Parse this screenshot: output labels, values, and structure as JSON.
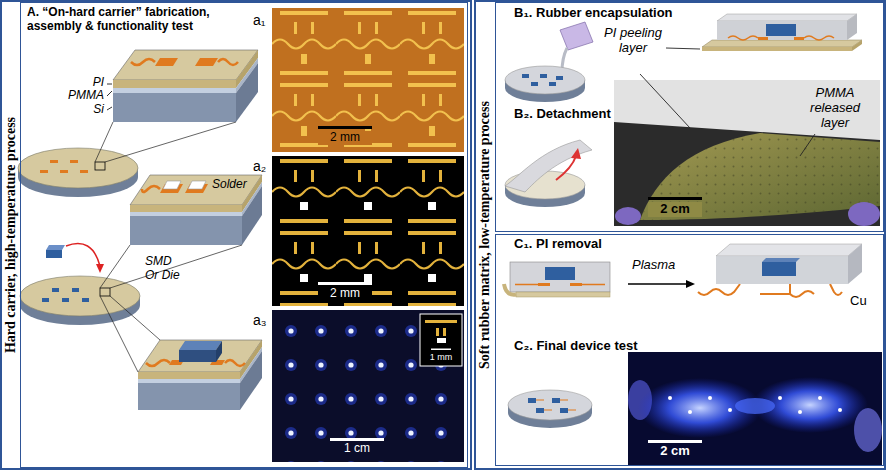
{
  "diagram": {
    "nodes": [
      {
        "text": [
          "Hard carrier, high-temperature process"
        ]
      },
      {
        "text": [
          "A. “On-hard carrier” fabrication, assembly & functionality test"
        ],
        "in": 0
      },
      {
        "text": [
          "Soft rubber matrix, low-temperature process"
        ]
      },
      {
        "text": [
          "B₁. Rubber encapsulation",
          "B₂. Detachment"
        ],
        "in": 2
      },
      {
        "text": [
          "C₁. PI removal",
          "C₂. Final device test"
        ],
        "in": 2
      }
    ],
    "labels": [
      "a₁",
      "a₂",
      "a₃",
      "PI",
      "PMMA",
      "Si",
      "Solder",
      "SMD",
      "Or Die",
      "2 mm",
      "2 mm",
      "1 mm",
      "1 cm",
      "PI peeling layer",
      "PMMA released layer",
      "2 cm",
      "Plasma",
      "Cu",
      "2 cm"
    ]
  }
}
